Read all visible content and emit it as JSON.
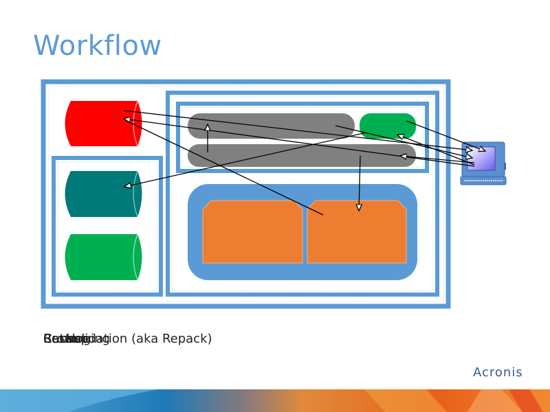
{
  "slide": {
    "title": "Workflow",
    "logo_text": "Acronis",
    "overlapping_labels": [
      "Backup",
      "Cataloging",
      "Restore",
      "Browse",
      "Consolidation (aka Repack)"
    ]
  },
  "diagram": {
    "colors": {
      "frame_blue": "#5b9bd5",
      "red_store": "#ff0000",
      "teal_store": "#007a78",
      "green_store": "#00b050",
      "gray_pill": "#808080",
      "green_pill": "#00b050",
      "orange_block": "#ed7d31",
      "arrow": "#000000"
    },
    "nodes": [
      {
        "id": "red-cylinder",
        "kind": "cylinder",
        "color": "red"
      },
      {
        "id": "teal-cylinder",
        "kind": "cylinder",
        "color": "teal"
      },
      {
        "id": "green-cylinder",
        "kind": "cylinder",
        "color": "green"
      },
      {
        "id": "gray-pill-top",
        "kind": "pill",
        "color": "gray"
      },
      {
        "id": "green-pill",
        "kind": "pill",
        "color": "green"
      },
      {
        "id": "gray-pill-bottom",
        "kind": "pill",
        "color": "gray"
      },
      {
        "id": "orange-block-left",
        "kind": "block",
        "color": "orange"
      },
      {
        "id": "orange-block-right",
        "kind": "block",
        "color": "orange"
      },
      {
        "id": "computer",
        "kind": "workstation"
      }
    ]
  }
}
